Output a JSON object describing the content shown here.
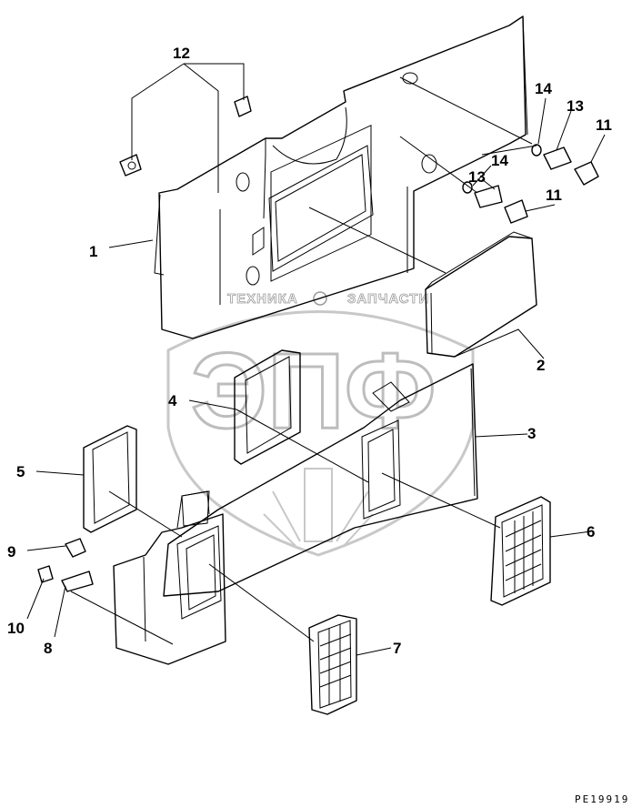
{
  "watermark": {
    "line1": "ТЕХНИКА",
    "line2": "ЗАПЧАСТИ",
    "logo_letters": "ЭПФ"
  },
  "figure_code": "PE19919",
  "callouts": {
    "p1": "1",
    "p2": "2",
    "p3": "3",
    "p4": "4",
    "p5": "5",
    "p6": "6",
    "p7": "7",
    "p8": "8",
    "p9": "9",
    "p10": "10",
    "p11a": "11",
    "p11b": "11",
    "p12": "12",
    "p13a": "13",
    "p13b": "13",
    "p14a": "14",
    "p14b": "14"
  },
  "colors": {
    "line": "#000000",
    "watermark": "#c8c8c8",
    "background": "#ffffff"
  }
}
